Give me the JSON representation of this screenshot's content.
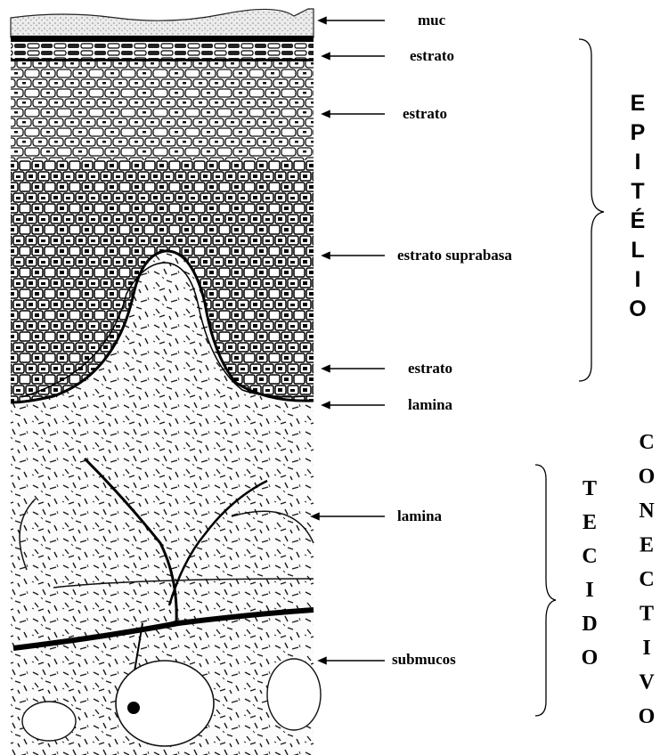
{
  "labels": {
    "muc": "muc",
    "estrato_1": "estrato",
    "estrato_2": "estrato",
    "estrato_suprabasa": "estrato suprabasa",
    "estrato_3": "estrato",
    "lamina_1": "lamina",
    "lamina_2": "lamina",
    "submucos": "submucos"
  },
  "brackets": {
    "epitelio": [
      "E",
      "P",
      "I",
      "T",
      "É",
      "L",
      "I",
      "O"
    ],
    "tecido": [
      "T",
      "E",
      "C",
      "I",
      "D",
      "O"
    ],
    "conectivo": [
      "C",
      "O",
      "N",
      "E",
      "C",
      "T",
      "I",
      "V",
      "O"
    ]
  }
}
